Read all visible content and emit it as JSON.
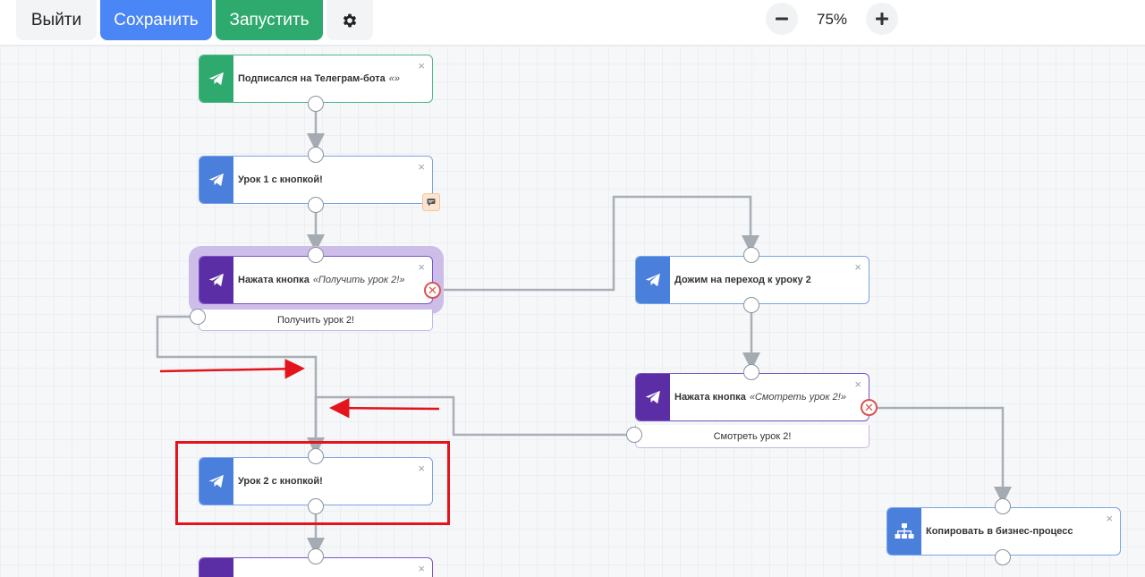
{
  "toolbar": {
    "exit_label": "Выйти",
    "save_label": "Сохранить",
    "run_label": "Запустить",
    "zoom_level": "75%"
  },
  "colors": {
    "accent_blue": "#4a86f5",
    "accent_green": "#2eaa6e",
    "node_purple": "#5b2ea6",
    "error_red": "#d9534f",
    "annotation_red": "#e3141b"
  },
  "nodes": {
    "subscribed": {
      "title": "Подписался на Телеграм-бота",
      "quote": "«»",
      "icon": "telegram-icon"
    },
    "lesson1": {
      "title": "Урок 1 с кнопкой!",
      "icon": "telegram-icon"
    },
    "button_pressed_1": {
      "title": "Нажата кнопка",
      "quote": "«Получить урок 2!»",
      "button_label": "Получить урок 2!",
      "icon": "telegram-icon"
    },
    "push_to_lesson2": {
      "title": "Дожим на переход к уроку 2",
      "icon": "telegram-icon"
    },
    "button_pressed_2": {
      "title": "Нажата кнопка",
      "quote": "«Смотреть урок 2!»",
      "button_label": "Смотреть урок 2!",
      "icon": "telegram-icon"
    },
    "lesson2": {
      "title": "Урок 2 с кнопкой!",
      "icon": "telegram-icon"
    },
    "copy_bp": {
      "title": "Копировать в бизнес-процесс",
      "icon": "org-chart-icon"
    }
  },
  "close_glyph": "×",
  "error_glyph": "✕"
}
